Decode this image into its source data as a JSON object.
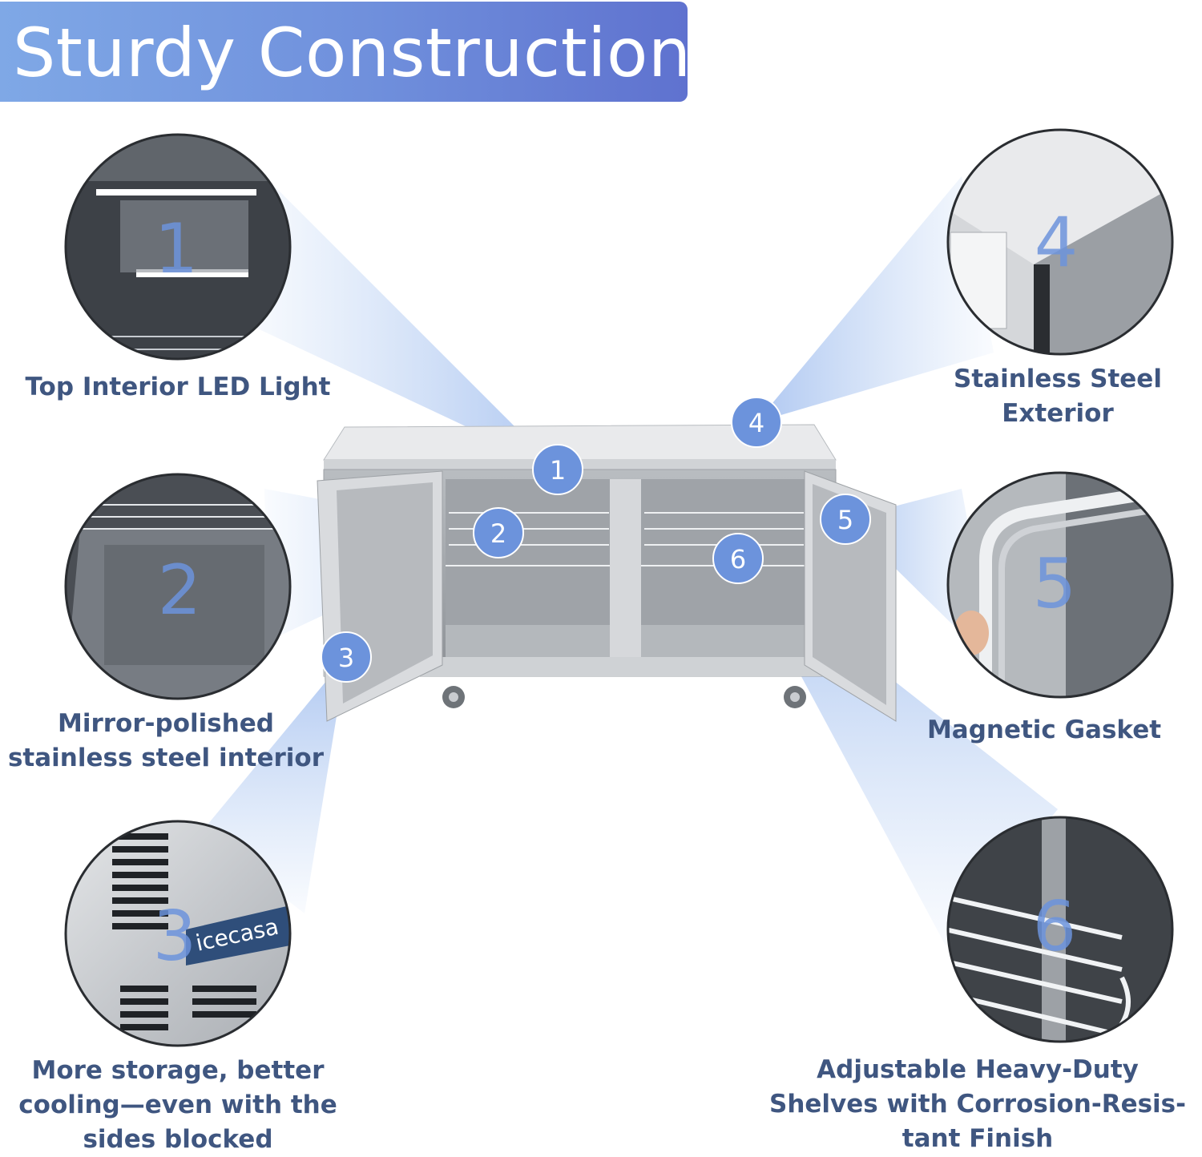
{
  "banner": {
    "title": "Sturdy Construction"
  },
  "brand": {
    "logo_text": "icecasa"
  },
  "colors": {
    "accent": "#6f8fdc",
    "marker": "#6c93dc",
    "caption": "#3f5680",
    "steel": "#c9ccd0"
  },
  "features": [
    {
      "number": "1",
      "label": "Top Interior LED Light"
    },
    {
      "number": "2",
      "label": "Mirror-polished\nstainless steel interior"
    },
    {
      "number": "3",
      "label": "More storage, better\ncooling—even with the\nsides blocked"
    },
    {
      "number": "4",
      "label": "Stainless Steel\nExterior"
    },
    {
      "number": "5",
      "label": "Magnetic Gasket"
    },
    {
      "number": "6",
      "label": "Adjustable Heavy-Duty\nShelves with Corrosion-Resis-\ntant Finish"
    }
  ]
}
